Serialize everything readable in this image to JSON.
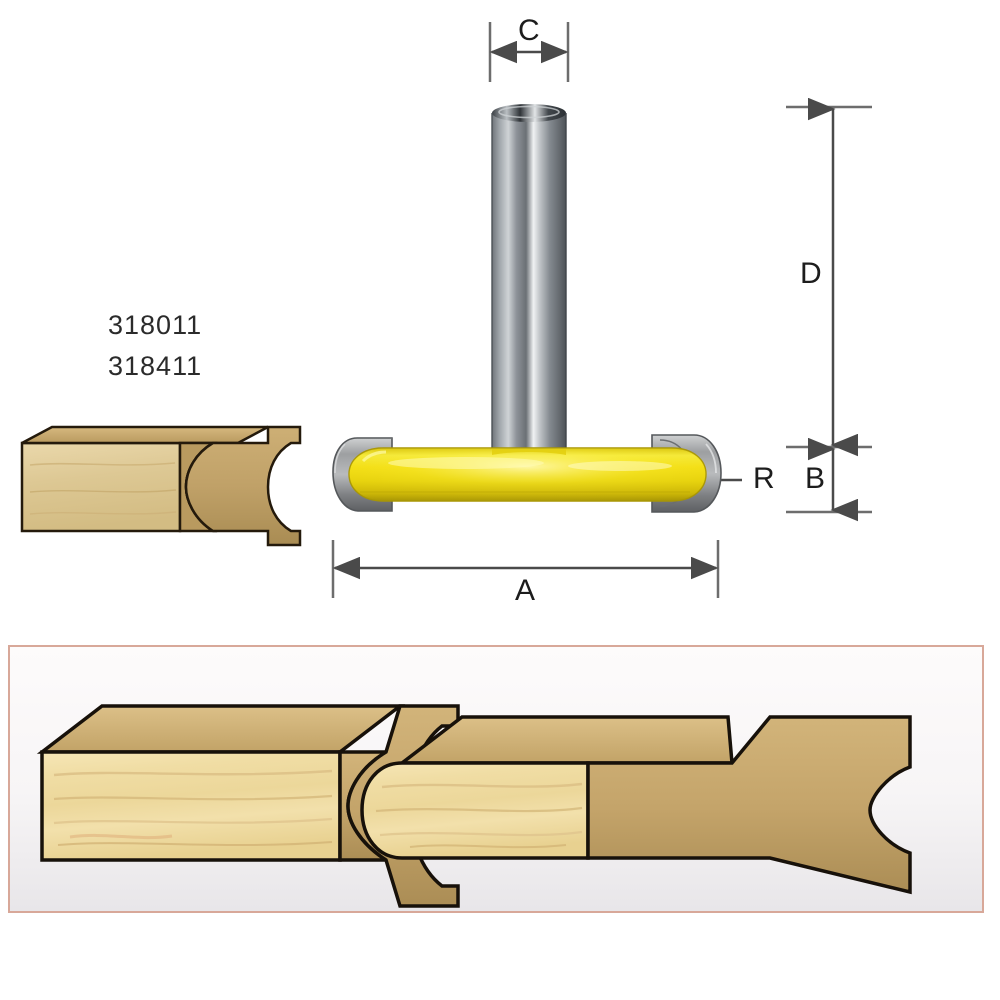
{
  "diagram": {
    "type": "router-bit-technical-drawing",
    "title": "Bullnose / Flute Router Bit Dimension Diagram",
    "part_numbers": [
      "318011",
      "318411"
    ],
    "dimension_labels": {
      "A": "A",
      "B": "B",
      "C": "C",
      "D": "D",
      "R": "R"
    },
    "dimension_meanings": {
      "A": "cutting diameter (overall cutter width)",
      "B": "cutting height of cutter head",
      "C": "shank diameter",
      "D": "shank length above cutter",
      "R": "radius of rounded cutter edge"
    },
    "colors": {
      "cutter_body": "#f2e317",
      "cutter_body_dark": "#b8a70a",
      "carbide": "#9a9a9a",
      "shank_steel": "#8d9196",
      "dimension_line": "#6d6d6d",
      "panel_border": "#d8a899",
      "panel_background": "#f4f2f4",
      "wood_light": "#ecd9a4",
      "wood_mid": "#d8bd84",
      "wood_dark": "#b79a5e",
      "outline": "#1a1208"
    },
    "components": {
      "shank": "cylindrical steel shank",
      "cutter_head": "yellow coated bullnose cutter body",
      "carbide_wings": "two gray carbide cutting edges",
      "rounded_edge": "radiused cutter nose"
    }
  },
  "samples": {
    "inset_profile": {
      "name": "cove-profile-sample",
      "description": "small wood cross-section showing concave cove cut"
    },
    "panel": {
      "left": {
        "name": "female-cove-profile",
        "description": "wood board end machined with concave bullnose cove"
      },
      "right": {
        "name": "male-bullnose-profile",
        "description": "wood board end machined with matching convex bullnose"
      }
    }
  }
}
